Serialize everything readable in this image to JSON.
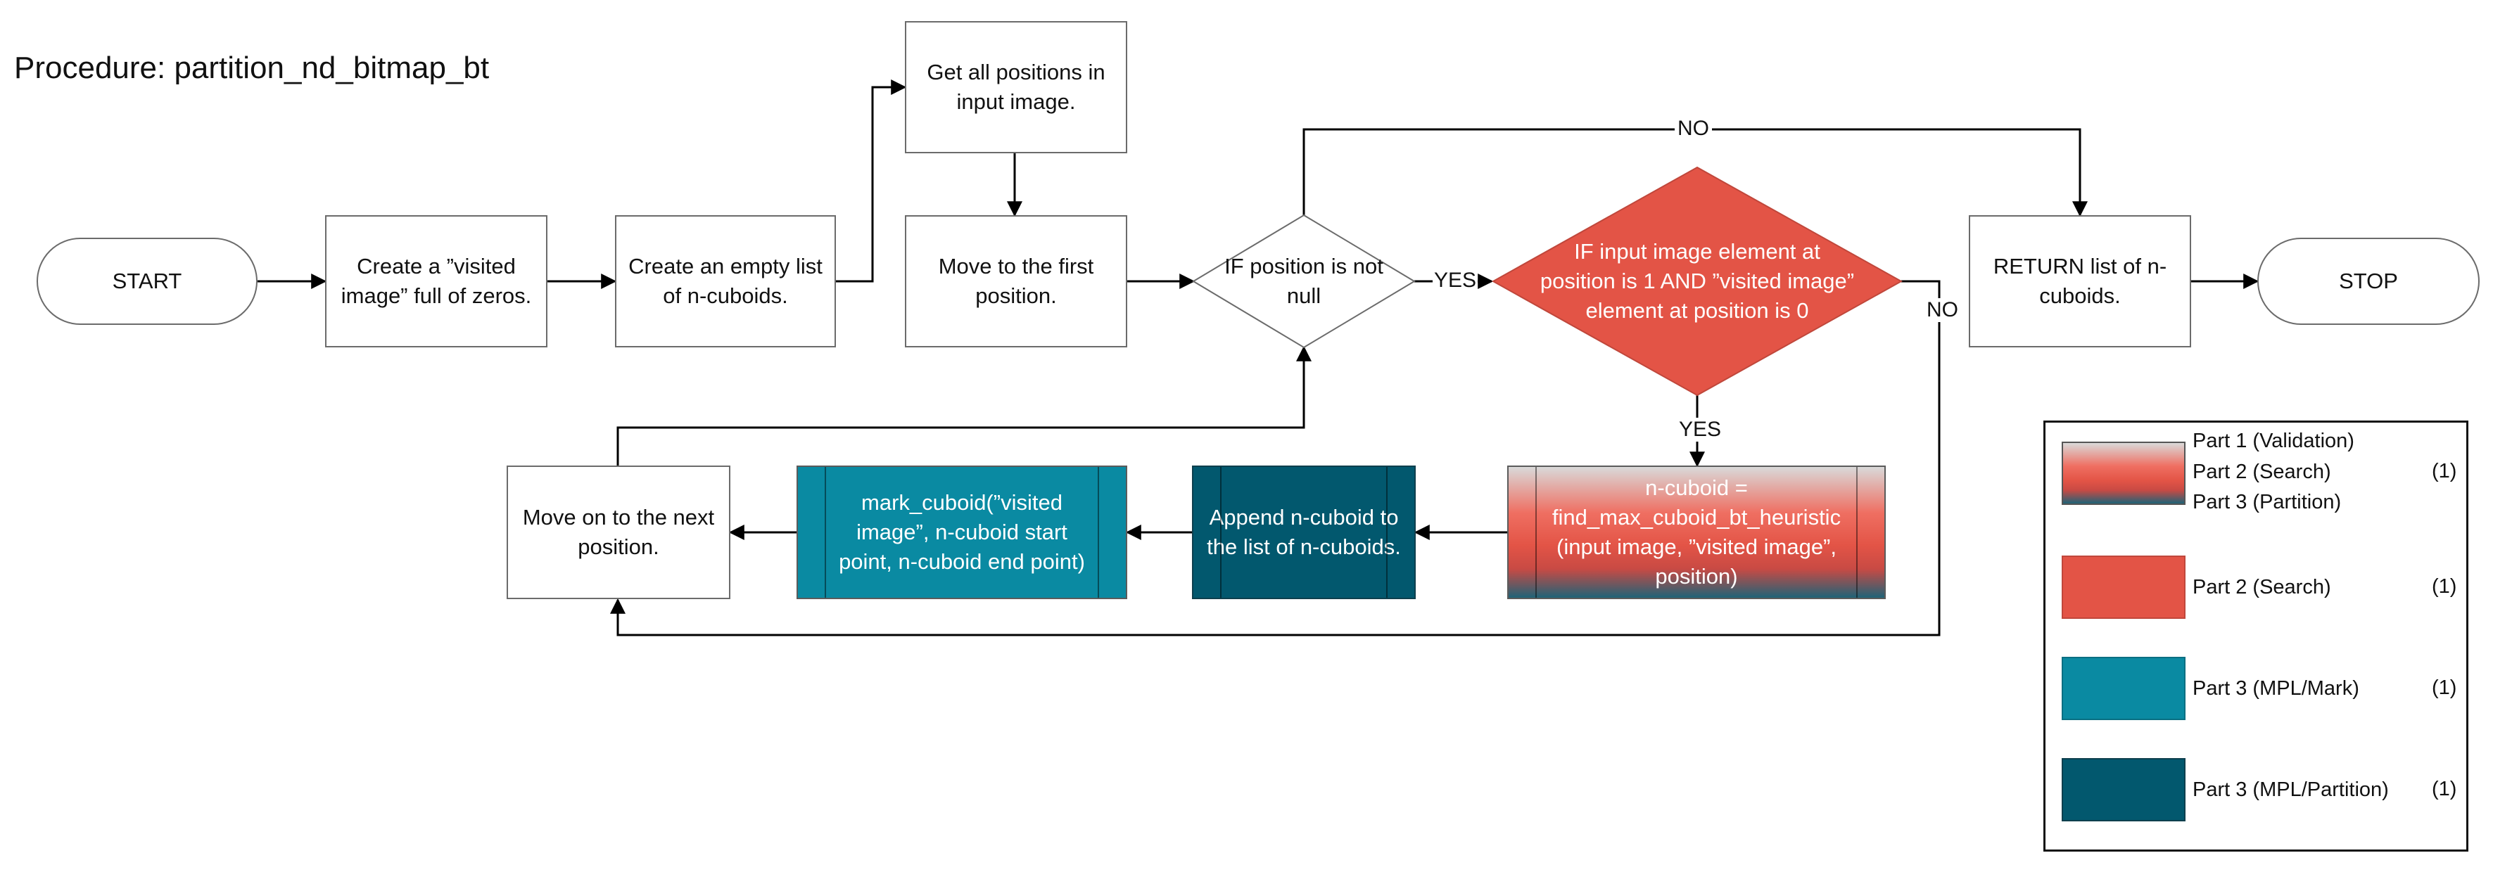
{
  "title": "Procedure: partition_nd_bitmap_bt",
  "nodes": {
    "start": "START",
    "create_visited": "Create a ”visited image” full of zeros.",
    "create_list": "Create an empty list of n-cuboids.",
    "get_positions": "Get all positions in input image.",
    "move_first": "Move to the first position.",
    "if_position": "IF position is not null",
    "if_element": "IF input image element at position is 1 AND ”visited image” element at position is 0",
    "return_list": "RETURN list of n-cuboids.",
    "stop": "STOP",
    "find_max": "n-cuboid = find_max_cuboid_bt_heuristic (input image, ”visited image”, position)",
    "append": "Append n-cuboid to the list of n-cuboids.",
    "mark": "mark_cuboid(”visited image”, n-cuboid start point, n-cuboid end point)",
    "next": "Move on to the next position."
  },
  "edge_labels": {
    "no_top": "NO",
    "yes_mid": "YES",
    "yes_down": "YES",
    "no_right": "NO"
  },
  "legend": [
    {
      "label": "Part 1 (Validation)\nPart 2 (Search)\nPart 3 (Partition)",
      "note": "(1)",
      "swatch": "gradient"
    },
    {
      "label": "Part 2 (Search)",
      "note": "(1)",
      "swatch": "#e35446"
    },
    {
      "label": "Part 3 (MPL/Mark)",
      "note": "(1)",
      "swatch": "#0a8aa2"
    },
    {
      "label": "Part 3 (MPL/Partition)",
      "note": "(1)",
      "swatch": "#02586e"
    }
  ],
  "colors": {
    "search_red": "#e35446",
    "mark_teal": "#0a8aa2",
    "partition_dark_teal": "#02586e"
  }
}
